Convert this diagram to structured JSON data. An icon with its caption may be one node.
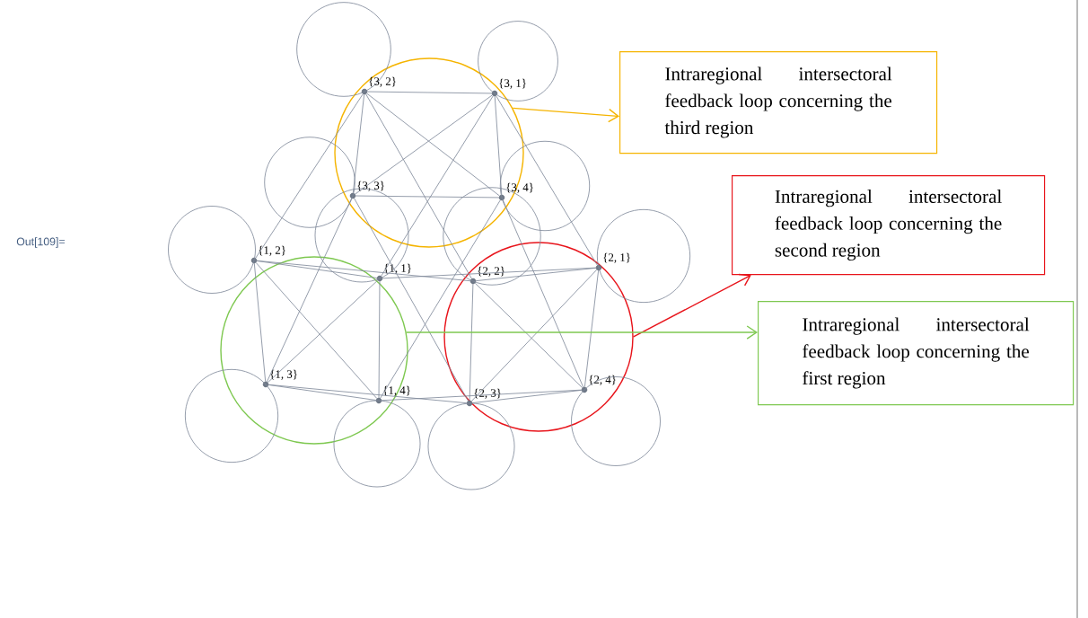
{
  "diagram": {
    "nodes": [
      {
        "text": [],
        "shape": "circle"
      },
      {
        "text": [],
        "shape": "circle",
        "beside": [
          "{3, 2}"
        ],
        "in": 0
      },
      {
        "text": [],
        "shape": "circle",
        "beside": [
          "{3, 1}"
        ],
        "in": 0
      },
      {
        "text": [],
        "shape": "circle",
        "beside": [
          "{3, 3}"
        ],
        "in": 0
      },
      {
        "text": [],
        "shape": "circle",
        "beside": [
          "{3, 4}"
        ],
        "in": 0
      },
      {
        "text": [],
        "shape": "circle"
      },
      {
        "text": [],
        "shape": "circle",
        "beside": [
          "{1, 2}"
        ],
        "in": 5
      },
      {
        "text": [],
        "shape": "circle",
        "beside": [
          "{1, 1}"
        ],
        "in": 5
      },
      {
        "text": [],
        "shape": "circle",
        "beside": [
          "{1, 3}"
        ],
        "in": 5
      },
      {
        "text": [],
        "shape": "circle",
        "beside": [
          "{1, 4}"
        ],
        "in": 5
      },
      {
        "text": [],
        "shape": "circle"
      },
      {
        "text": [],
        "shape": "circle",
        "beside": [
          "{2, 2}"
        ],
        "in": 10
      },
      {
        "text": [],
        "shape": "circle",
        "beside": [
          "{2, 1}"
        ],
        "in": 10
      },
      {
        "text": [],
        "shape": "circle",
        "beside": [
          "{2, 3}"
        ],
        "in": 10
      },
      {
        "text": [],
        "shape": "circle",
        "beside": [
          "{2, 4}"
        ],
        "in": 10
      },
      {
        "text": [
          "Intraregional intersectoral feedback loop concerning the third region"
        ]
      },
      {
        "text": [
          "Intraregional intersectoral feedback loop concerning the second region"
        ]
      },
      {
        "text": [
          "Intraregional intersectoral feedback loop concerning the first region"
        ]
      }
    ],
    "edges": [
      {
        "from": 1,
        "to": 2,
        "arrow": "none"
      },
      {
        "from": 1,
        "to": 3,
        "arrow": "none"
      },
      {
        "from": 1,
        "to": 4,
        "arrow": "none"
      },
      {
        "from": 2,
        "to": 3,
        "arrow": "none"
      },
      {
        "from": 2,
        "to": 4,
        "arrow": "none"
      },
      {
        "from": 3,
        "to": 4,
        "arrow": "none"
      },
      {
        "from": 6,
        "to": 7,
        "arrow": "none"
      },
      {
        "from": 6,
        "to": 8,
        "arrow": "none"
      },
      {
        "from": 6,
        "to": 9,
        "arrow": "none"
      },
      {
        "from": 7,
        "to": 8,
        "arrow": "none"
      },
      {
        "from": 7,
        "to": 9,
        "arrow": "none"
      },
      {
        "from": 8,
        "to": 9,
        "arrow": "none"
      },
      {
        "from": 11,
        "to": 12,
        "arrow": "none"
      },
      {
        "from": 11,
        "to": 13,
        "arrow": "none"
      },
      {
        "from": 11,
        "to": 14,
        "arrow": "none"
      },
      {
        "from": 12,
        "to": 13,
        "arrow": "none"
      },
      {
        "from": 12,
        "to": 14,
        "arrow": "none"
      },
      {
        "from": 13,
        "to": 14,
        "arrow": "none"
      },
      {
        "from": 7,
        "to": 12,
        "arrow": "none"
      },
      {
        "from": 7,
        "to": 2,
        "arrow": "none"
      },
      {
        "from": 12,
        "to": 2,
        "arrow": "none"
      },
      {
        "from": 6,
        "to": 11,
        "arrow": "none"
      },
      {
        "from": 6,
        "to": 1,
        "arrow": "none"
      },
      {
        "from": 11,
        "to": 1,
        "arrow": "none"
      },
      {
        "from": 8,
        "to": 13,
        "arrow": "none"
      },
      {
        "from": 8,
        "to": 3,
        "arrow": "none"
      },
      {
        "from": 13,
        "to": 3,
        "arrow": "none"
      },
      {
        "from": 9,
        "to": 14,
        "arrow": "none"
      },
      {
        "from": 9,
        "to": 4,
        "arrow": "none"
      },
      {
        "from": 14,
        "to": 4,
        "arrow": "none"
      },
      {
        "from": 1,
        "to": 1,
        "arrow": "none"
      },
      {
        "from": 2,
        "to": 2,
        "arrow": "none"
      },
      {
        "from": 3,
        "to": 3,
        "arrow": "none"
      },
      {
        "from": 4,
        "to": 4,
        "arrow": "none"
      },
      {
        "from": 6,
        "to": 6,
        "arrow": "none"
      },
      {
        "from": 7,
        "to": 7,
        "arrow": "none"
      },
      {
        "from": 8,
        "to": 8,
        "arrow": "none"
      },
      {
        "from": 9,
        "to": 9,
        "arrow": "none"
      },
      {
        "from": 11,
        "to": 11,
        "arrow": "none"
      },
      {
        "from": 12,
        "to": 12,
        "arrow": "none"
      },
      {
        "from": 13,
        "to": 13,
        "arrow": "none"
      },
      {
        "from": 14,
        "to": 14,
        "arrow": "none"
      },
      {
        "from": 0,
        "to": 15,
        "arrow": "to",
        "color": "#f5b400"
      },
      {
        "from": 10,
        "to": 16,
        "arrow": "to",
        "color": "#e8141b"
      },
      {
        "from": 5,
        "to": 17,
        "arrow": "to",
        "color": "#7ec850"
      }
    ],
    "labels": [
      "Out[109]="
    ]
  }
}
